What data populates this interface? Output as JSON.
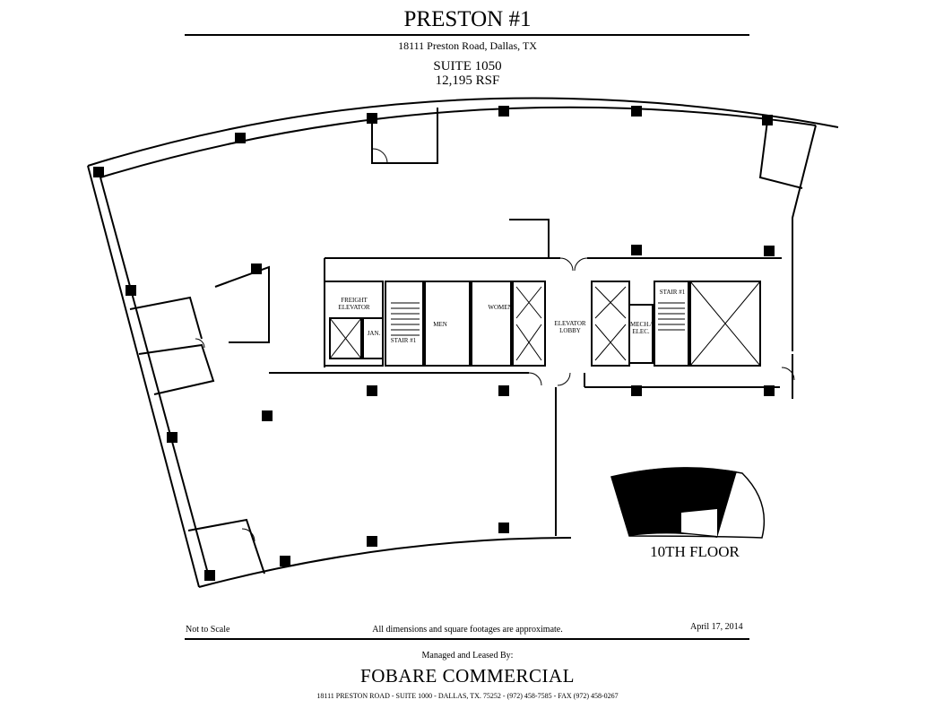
{
  "header": {
    "title": "PRESTON #1",
    "address": "18111 Preston Road, Dallas, TX",
    "suite": "SUITE 1050",
    "rsf": "12,195 RSF"
  },
  "rooms": {
    "freight_elevator_1": "FREIGHT",
    "freight_elevator_2": "ELEVATOR",
    "jan": "JAN.",
    "stair_1_left": "STAIR #1",
    "men": "MEN",
    "women": "WOMEN",
    "elevator_lobby_1": "ELEVATOR",
    "elevator_lobby_2": "LOBBY",
    "mech_1": "MECH./",
    "mech_2": "ELEC.",
    "stair_1_right": "STAIR #1"
  },
  "key_plan": {
    "label": "10TH FLOOR"
  },
  "footer": {
    "scale_note": "Not to Scale",
    "disclaimer": "All dimensions and square footages are approximate.",
    "date": "April 17, 2014",
    "managed_by": "Managed and Leased By:",
    "company": "FOBARE COMMERCIAL",
    "contact": "18111 PRESTON ROAD - SUITE 1000 - DALLAS, TX. 75252 - (972) 458-7585 - FAX (972) 458-0267"
  }
}
